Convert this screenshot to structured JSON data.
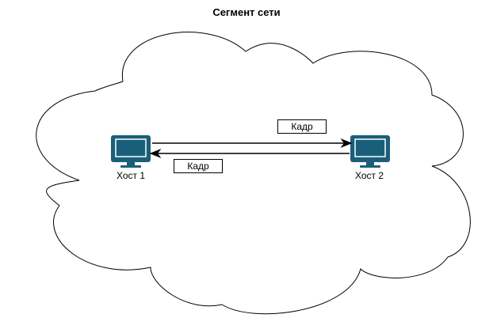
{
  "diagram": {
    "title": "Сегмент сети",
    "hosts": [
      {
        "label": "Хост 1",
        "icon": "computer-monitor-icon"
      },
      {
        "label": "Хост 2",
        "icon": "computer-monitor-icon"
      }
    ],
    "frames": [
      {
        "label": "Кадр",
        "direction": "host1-to-host2"
      },
      {
        "label": "Кадр",
        "direction": "host2-to-host1"
      }
    ],
    "colors": {
      "monitor": "#1a5f7a",
      "cloud_stroke": "#000000",
      "arrow": "#000000"
    }
  }
}
